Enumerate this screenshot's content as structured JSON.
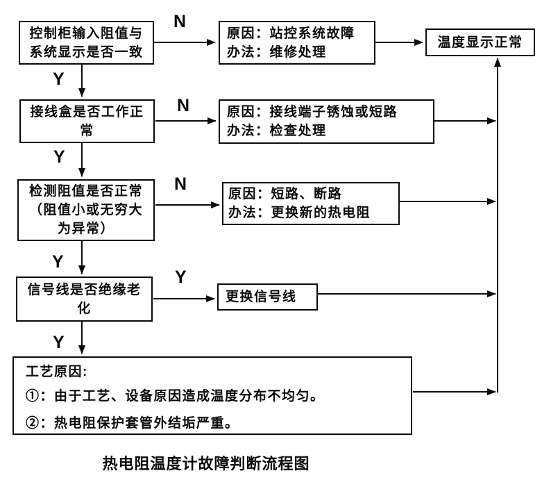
{
  "diagram": {
    "caption": "热电阻温度计故障判断流程图",
    "labels": {
      "yes": "Y",
      "no": "N"
    },
    "final_box": {
      "text": "温度显示正常"
    },
    "decisions": [
      {
        "lines": [
          "控制柜输入阻值与",
          "系统显示是否一致"
        ]
      },
      {
        "lines": [
          "接线盒是否工作正",
          "常"
        ]
      },
      {
        "lines": [
          "检测阻值是否正常",
          "（阻值小或无穷大",
          "为异常）"
        ]
      },
      {
        "lines": [
          "信号线是否绝缘老",
          "化"
        ]
      }
    ],
    "results": [
      {
        "lines": [
          "原因：站控系统故障",
          "办法：维修处理"
        ]
      },
      {
        "lines": [
          "原因：接线端子锈蚀或短路",
          "办法：检查处理"
        ]
      },
      {
        "lines": [
          "原因：短路、断路",
          "办法：更换新的热电阻"
        ]
      },
      {
        "lines": [
          "更换信号线"
        ]
      }
    ],
    "process_box": {
      "lines": [
        "工艺原因:",
        "①：由于工艺、设备原因造成温度分布不均匀。",
        "②：热电阻保护套管外结垢严重。"
      ]
    },
    "line_color": "#0a0a0a",
    "background_color": "#ffffff"
  }
}
